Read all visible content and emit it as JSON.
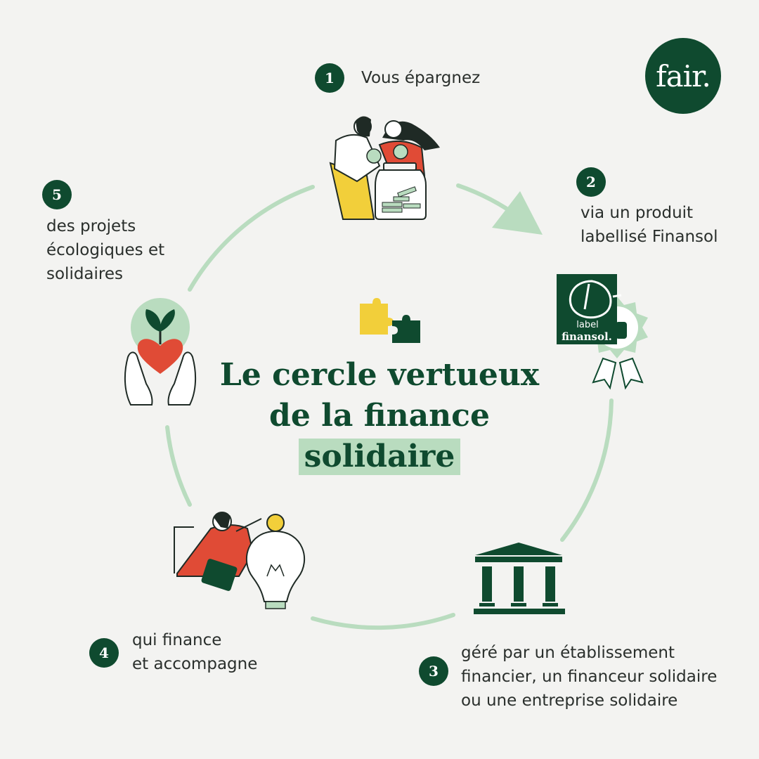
{
  "brand": {
    "logo_text": "fair."
  },
  "title": {
    "line1": "Le cercle vertueux",
    "line2": "de la finance",
    "line3_highlight": "solidaire"
  },
  "steps": [
    {
      "number": "1",
      "text": "Vous épargnez"
    },
    {
      "number": "2",
      "text": "via un produit\nlabellisé Finansol"
    },
    {
      "number": "3",
      "text": "géré par un établissement\nfinancier, un financeur solidaire\nou une entreprise solidaire"
    },
    {
      "number": "4",
      "text": "qui finance\net accompagne"
    },
    {
      "number": "5",
      "text": "des projets\nécologiques et\nsolidaires"
    }
  ],
  "finansol_label": {
    "line1": "label",
    "line2": "finansol."
  },
  "icons": {
    "step1": "couple-savings-jar-icon",
    "step2": "finansol-label-badge-icon",
    "step3": "bank-building-icon",
    "step4": "man-lightbulb-coin-icon",
    "step5": "hands-heart-sprout-icon",
    "center": "puzzle-pieces-icon"
  },
  "colors": {
    "dark_green": "#0f4a2f",
    "light_green": "#b9dcbf",
    "yellow": "#f2cf3a",
    "red": "#e04b36",
    "background": "#f3f3f1"
  }
}
